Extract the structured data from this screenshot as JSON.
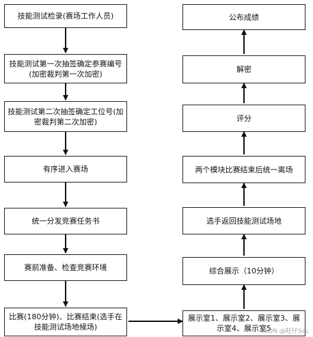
{
  "left_column": [
    {
      "id": "L1",
      "text": "技能测试检录(赛场工作人员)"
    },
    {
      "id": "L2",
      "text": "技能测试第一次抽签确定参赛编号(加密裁判第一次加密)"
    },
    {
      "id": "L3",
      "text": "技能测试第二次抽签确定工位号(加密裁判第二次加密)"
    },
    {
      "id": "L4",
      "text": "有序进入赛场"
    },
    {
      "id": "L5",
      "text": "统一分发竞赛任务书"
    },
    {
      "id": "L6",
      "text": "赛前准备、检查竞赛环境"
    },
    {
      "id": "L7",
      "text": "比赛(180分钟)、比赛结束(选手在技能测试场地候场)"
    }
  ],
  "right_column": [
    {
      "id": "R1",
      "text": "公布成绩"
    },
    {
      "id": "R2",
      "text": "解密"
    },
    {
      "id": "R3",
      "text": "评分"
    },
    {
      "id": "R4",
      "text": "两个模块比赛结束后统一离场"
    },
    {
      "id": "R5",
      "text": "选手返回技能测试场地"
    },
    {
      "id": "R6",
      "text": "综合展示（10分钟）"
    },
    {
      "id": "R7",
      "text": "展示室1、展示室2、展示室3、展示室4、展示室5"
    }
  ],
  "edges": [
    [
      "L1",
      "L2"
    ],
    [
      "L2",
      "L3"
    ],
    [
      "L3",
      "L4"
    ],
    [
      "L4",
      "L5"
    ],
    [
      "L5",
      "L6"
    ],
    [
      "L6",
      "L7"
    ],
    [
      "L7",
      "R7"
    ],
    [
      "R7",
      "R6"
    ],
    [
      "R6",
      "R5"
    ],
    [
      "R5",
      "R4"
    ],
    [
      "R4",
      "R3"
    ],
    [
      "R3",
      "R2"
    ],
    [
      "R2",
      "R1"
    ]
  ],
  "watermark": "CSDN @旺仔Sec"
}
